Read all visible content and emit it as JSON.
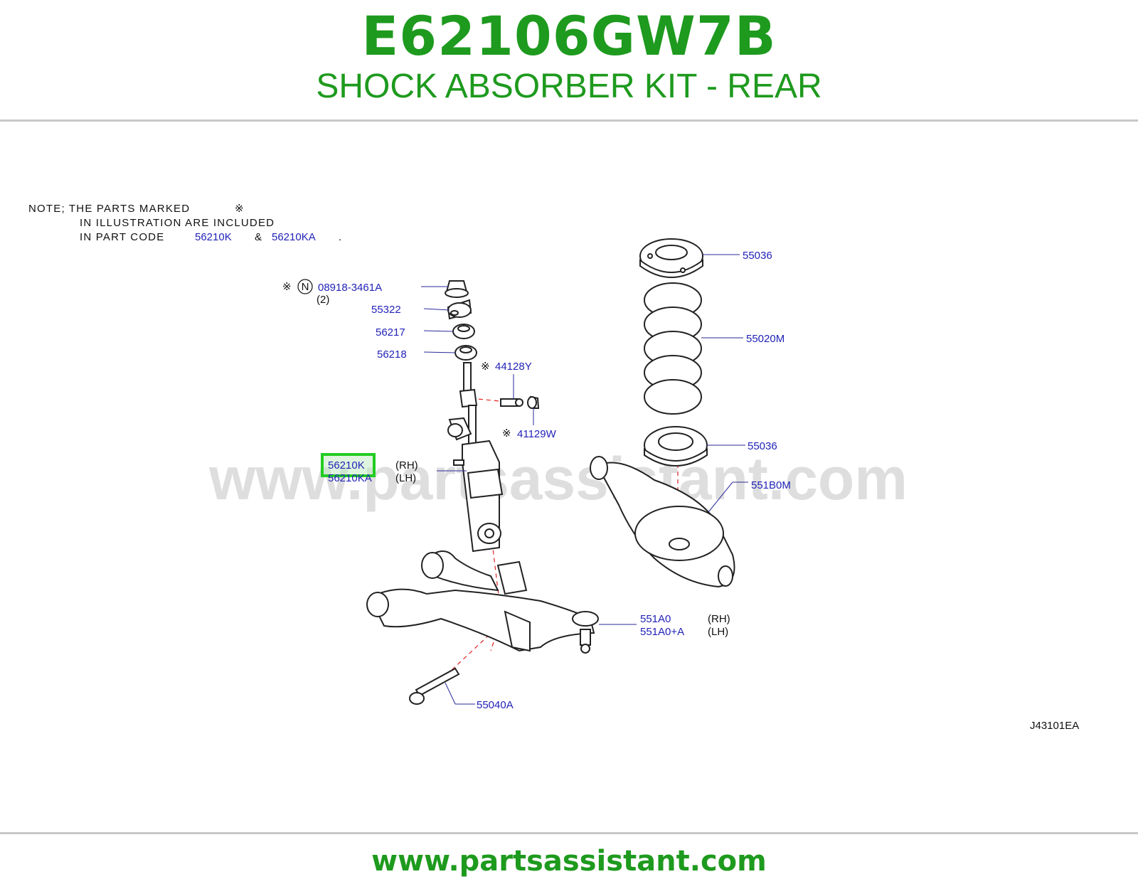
{
  "header": {
    "part_code": "E62106GW7B",
    "title": "SHOCK ABSORBER KIT - REAR"
  },
  "note": {
    "line1": "NOTE;  THE  PARTS  MARKED",
    "mark": "※",
    "line2": "IN  ILLUSTRATION  ARE  INCLUDED",
    "line3_prefix": "IN  PART  CODE",
    "code_a": "56210K",
    "amp": "&",
    "code_b": "56210KA",
    "dot": "."
  },
  "labels": {
    "p08918": "08918-3461A",
    "p08918_qty": "(2)",
    "n_circle": "N",
    "p55322": "55322",
    "p56217": "56217",
    "p56218": "56218",
    "p44128Y": "44128Y",
    "p41129W": "41129W",
    "p56210K": "56210K",
    "p56210K_side": "(RH)",
    "p56210KA": "56210KA",
    "p56210KA_side": "(LH)",
    "p55036_top": "55036",
    "p55020M": "55020M",
    "p55036_bottom": "55036",
    "p551B0M": "551B0M",
    "p551A0": "551A0",
    "p551A0_side": "(RH)",
    "p551A0A": "551A0+A",
    "p551A0A_side": "(LH)",
    "p55040A": "55040A",
    "diagram_id": "J43101EA",
    "mark": "※"
  },
  "watermark": "www.partsassistant.com",
  "footer": {
    "url": "www.partsassistant.com"
  },
  "colors": {
    "brand_green": "#1e9a1e",
    "label_blue": "#2222b8",
    "highlight": "#22cc22"
  }
}
